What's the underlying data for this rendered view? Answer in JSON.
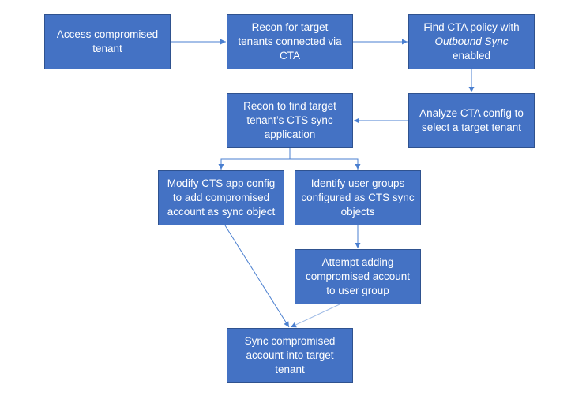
{
  "diagram": {
    "nodes": {
      "access_compromised_tenant": {
        "line1": "Access compromised",
        "line2": "tenant"
      },
      "recon_target_tenants": {
        "line1": "Recon for target",
        "line2": "tenants connected via",
        "line3": "CTA"
      },
      "find_cta_policy": {
        "line1": "Find CTA policy with",
        "line2_em": "Outbound Sync",
        "line3": "enabled"
      },
      "analyze_cta_config": {
        "line1": "Analyze CTA config to",
        "line2": "select a target tenant"
      },
      "recon_cts_sync_app": {
        "line1": "Recon to find target",
        "line2": "tenant’s CTS sync",
        "line3": "application"
      },
      "modify_cts_app_config": {
        "line1": "Modify CTS app config",
        "line2": "to add compromised",
        "line3": "account as sync object"
      },
      "identify_user_groups": {
        "line1": "Identify user groups",
        "line2": "configured as CTS sync",
        "line3": "objects"
      },
      "attempt_adding_account": {
        "line1": "Attempt adding",
        "line2": "compromised account",
        "line3": "to user group"
      },
      "sync_compromised_account": {
        "line1": "Sync compromised",
        "line2": "account into target",
        "line3": "tenant"
      }
    },
    "colors": {
      "box_fill": "#4472c4",
      "box_border": "#2f528f",
      "box_text": "#ffffff",
      "connector": "#4a7fd0"
    }
  }
}
